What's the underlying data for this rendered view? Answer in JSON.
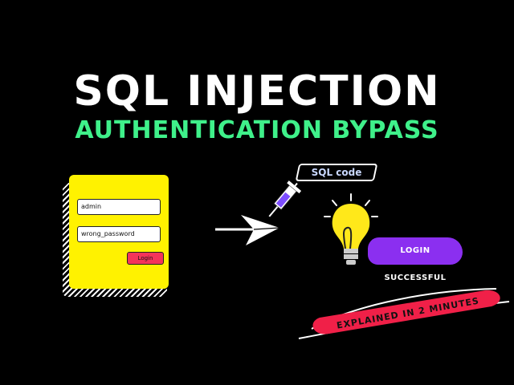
{
  "title": "SQL INJECTION",
  "subtitle": "AUTHENTICATION BYPASS",
  "login_form": {
    "username_value": "admin",
    "password_value": "wrong_password",
    "button_label": "Login"
  },
  "sql_label": "SQL code",
  "result_label": "LOGIN SUCCESSFUL",
  "badge_label": "EXPLAINED IN 2 MINUTES",
  "colors": {
    "background": "#000000",
    "title": "#ffffff",
    "subtitle": "#3ff08a",
    "card": "#fff200",
    "login_button": "#f4345a",
    "success_pill": "#8b2ff0",
    "badge": "#f02048",
    "bulb": "#ffe81a"
  },
  "icons": [
    "arrow-icon",
    "syringe-icon",
    "lightbulb-icon"
  ]
}
